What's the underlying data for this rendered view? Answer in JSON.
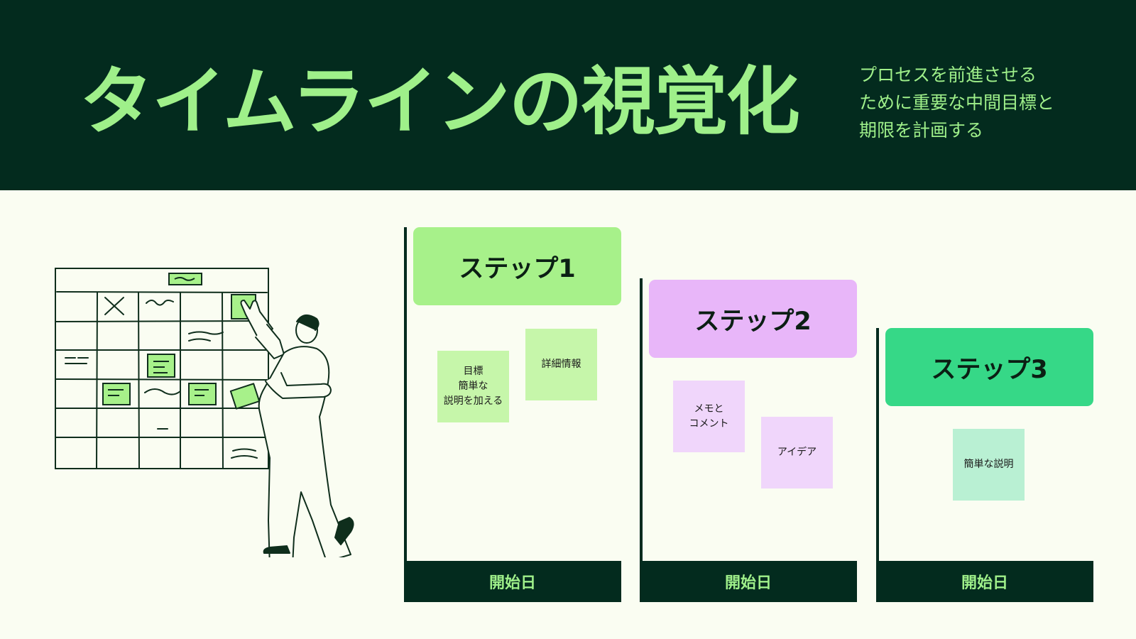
{
  "header": {
    "title": "タイムラインの視覚化",
    "subtitle_lines": [
      "プロセスを前進させる",
      "ために重要な中間目標と",
      "期限を計画する"
    ]
  },
  "steps": [
    {
      "label": "ステップ1",
      "color": "#a7f18a",
      "notes": [
        {
          "lines": [
            "目標",
            "簡単な",
            "説明を加える"
          ],
          "color": "#c6f6aa"
        },
        {
          "lines": [
            "詳細情報"
          ],
          "color": "#c6f6aa"
        }
      ],
      "footer": "開始日"
    },
    {
      "label": "ステップ2",
      "color": "#e8b6f9",
      "notes": [
        {
          "lines": [
            "メモと",
            "コメント"
          ],
          "color": "#f0d6fb"
        },
        {
          "lines": [
            "アイデア"
          ],
          "color": "#f0d6fb"
        }
      ],
      "footer": "開始日"
    },
    {
      "label": "ステップ3",
      "color": "#36d887",
      "notes": [
        {
          "lines": [
            "簡単な説明"
          ],
          "color": "#b9f0d3"
        }
      ],
      "footer": "開始日"
    }
  ],
  "illustration": {
    "icon": "person-planning-calendar-icon"
  },
  "colors": {
    "dark": "#032b1e",
    "accent_green": "#9ff08a",
    "background": "#fafdf2"
  }
}
